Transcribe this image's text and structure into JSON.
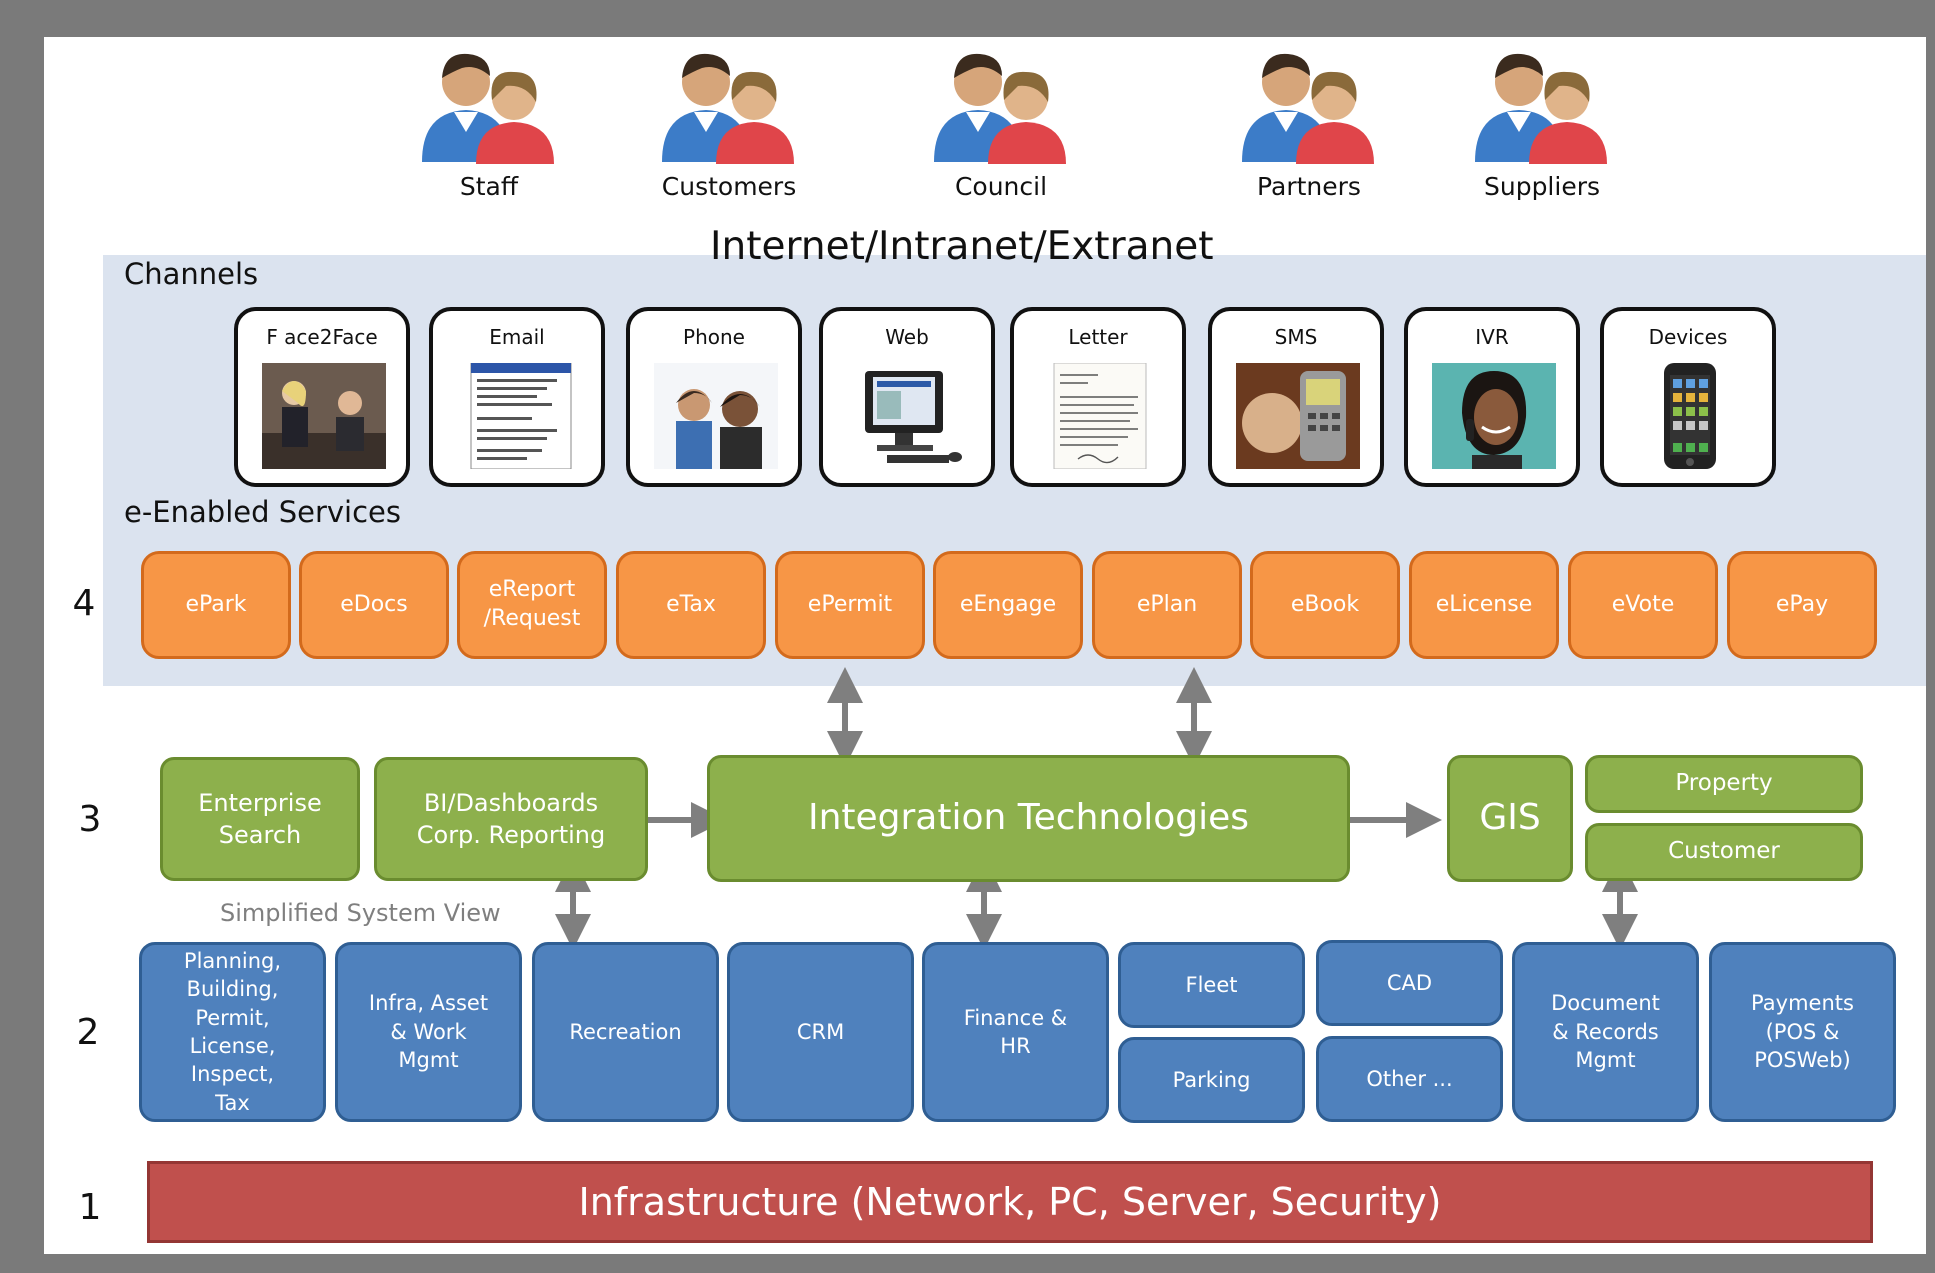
{
  "users": [
    "Staff",
    "Customers",
    "Council",
    "Partners",
    "Suppliers"
  ],
  "title": "Internet/Intranet/Extranet",
  "channels_label": "Channels",
  "channels": [
    "F ace2Face",
    "Email",
    "Phone",
    "Web",
    "Letter",
    "SMS",
    "IVR",
    "Devices"
  ],
  "services_label": "e-Enabled Services",
  "services": [
    "ePark",
    "eDocs",
    "eReport\n/Request",
    "eTax",
    "ePermit",
    "eEngage",
    "ePlan",
    "eBook",
    "eLicense",
    "eVote",
    "ePay"
  ],
  "layer3": {
    "enterprise_search": "Enterprise\nSearch",
    "bi": "BI/Dashboards\nCorp. Reporting",
    "integration": "Integration Technologies",
    "gis": "GIS",
    "property": "Property",
    "customer": "Customer"
  },
  "simplified_label": "Simplified System View",
  "systems": {
    "planning": "Planning,\nBuilding,\nPermit,\nLicense,\nInspect,\nTax",
    "infra_asset": "Infra, Asset\n& Work\nMgmt",
    "recreation": "Recreation",
    "crm": "CRM",
    "finance": "Finance &\nHR",
    "fleet": "Fleet",
    "parking": "Parking",
    "cad": "CAD",
    "other": "Other ...",
    "document": "Document\n& Records\nMgmt",
    "payments": "Payments\n(POS &\nPOSWeb)"
  },
  "infrastructure": "Infrastructure (Network, PC, Server, Security)",
  "layer_numbers": [
    "4",
    "3",
    "2",
    "1"
  ],
  "colors": {
    "services": "#f79646",
    "layer3": "#8db04c",
    "systems": "#4f81bd",
    "infrastructure": "#c0504d",
    "band": "#dbe3ef"
  }
}
